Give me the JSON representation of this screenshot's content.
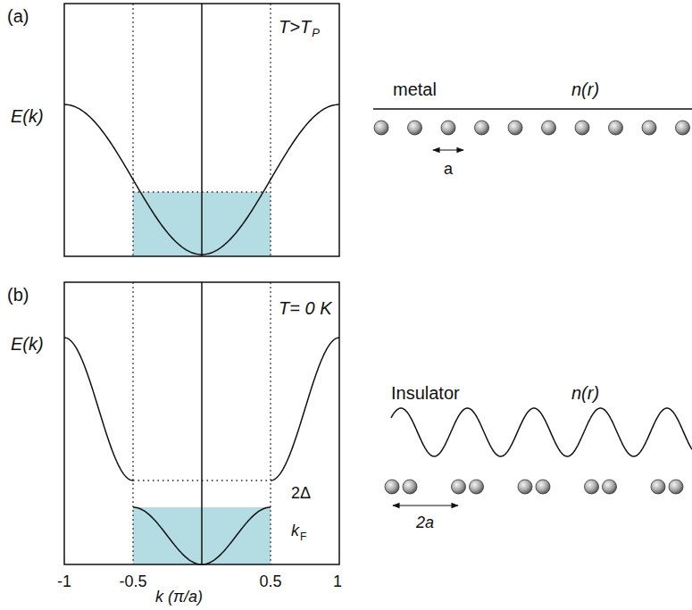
{
  "diagram": {
    "labels": [
      "(a)",
      "T>T",
      "P",
      "E(k)",
      "metal",
      "n(r)",
      "a",
      "(b)",
      "T= 0 K",
      "E(k)",
      "2Δ",
      "k",
      "F",
      "Insulator",
      "n(r)",
      "2a",
      "-1",
      "-0.5",
      "k (π/a)",
      "0.5",
      "1"
    ]
  }
}
